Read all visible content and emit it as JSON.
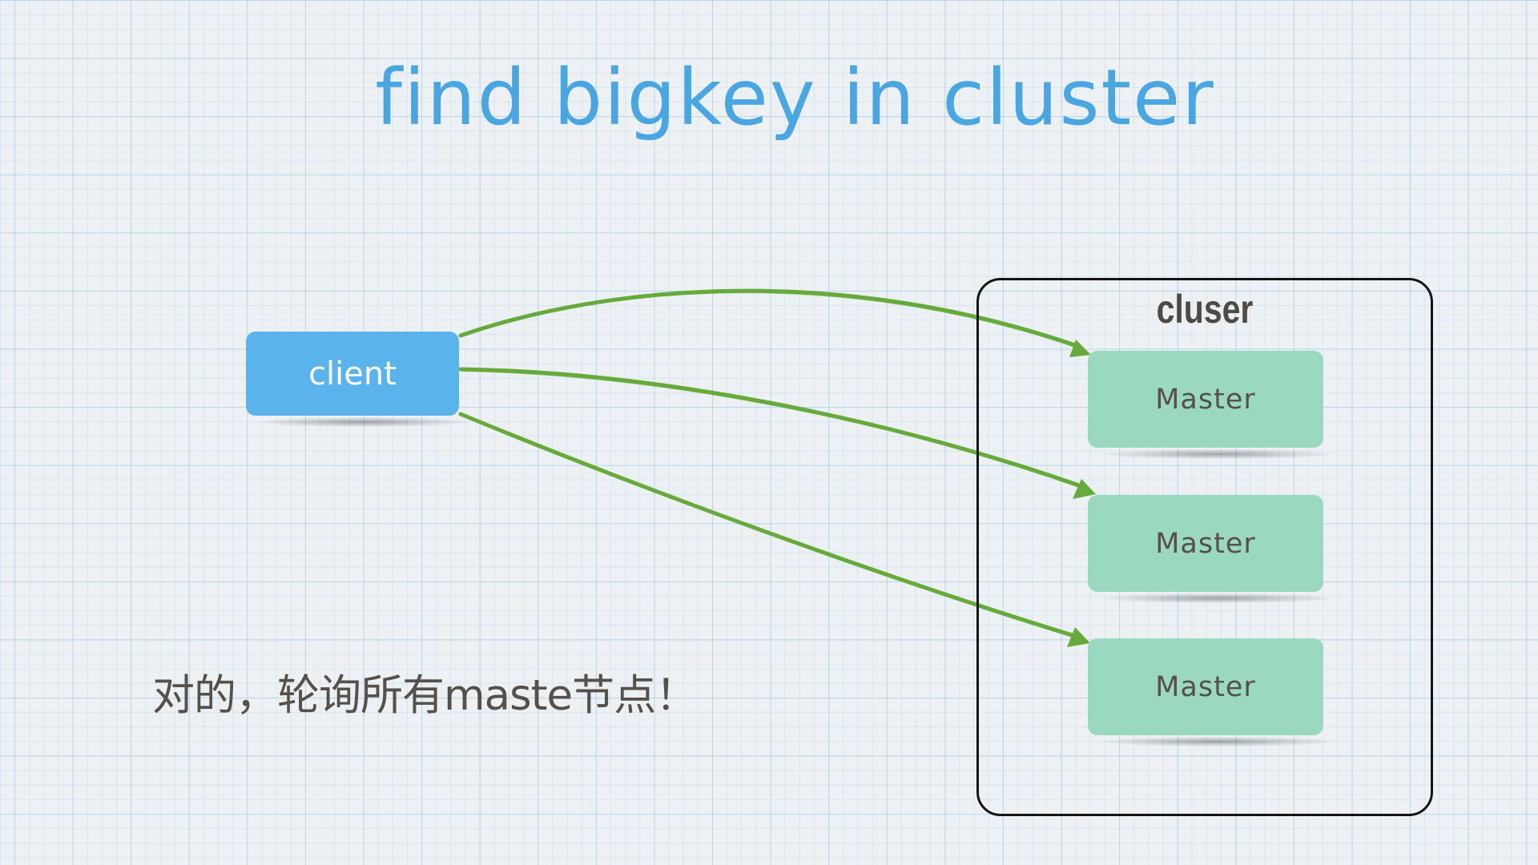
{
  "slide": {
    "title": "find bigkey in cluster",
    "client_label": "client",
    "cluster_label": "cluser",
    "masters": [
      {
        "label": "Master"
      },
      {
        "label": "Master"
      },
      {
        "label": "Master"
      }
    ],
    "note": "对的，轮询所有maste节点！"
  },
  "colors": {
    "title": "#4aa6e0",
    "client_fill": "#5bb3ec",
    "master_fill": "#9ad8bf",
    "arrow": "#66aa3c",
    "text_dark": "#56504a",
    "cluster_border": "#141414"
  },
  "arrows": [
    {
      "from": "client",
      "to": "master-1"
    },
    {
      "from": "client",
      "to": "master-2"
    },
    {
      "from": "client",
      "to": "master-3"
    }
  ]
}
